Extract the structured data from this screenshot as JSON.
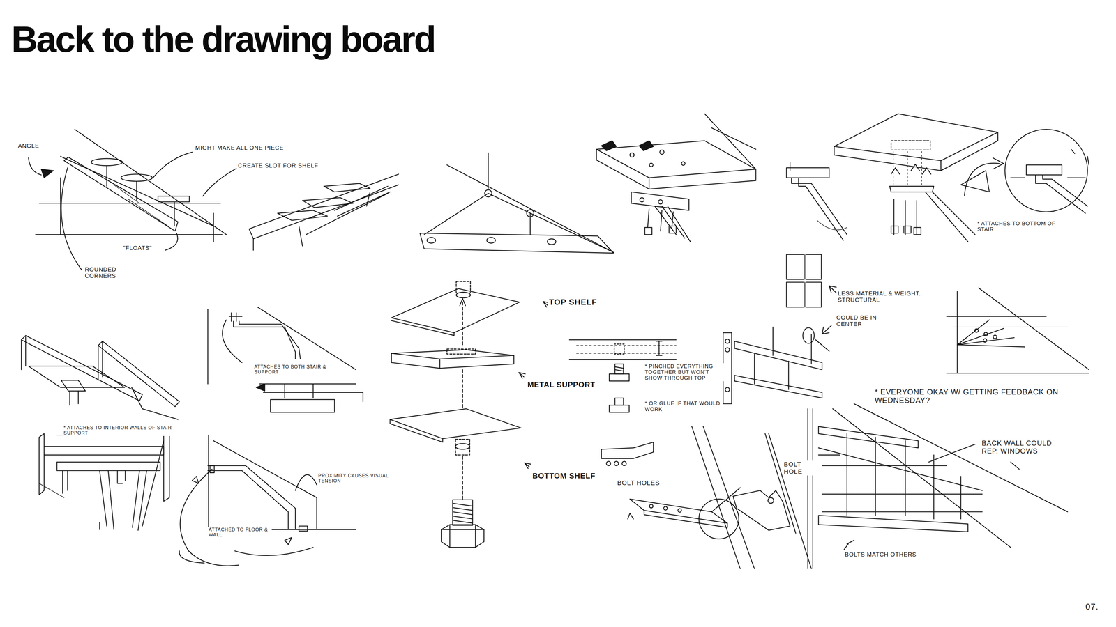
{
  "diagram": {
    "title": "Back to the drawing board",
    "labels": [
      "ANGLE",
      "MIGHT MAKE ALL ONE PIECE",
      "CREATE SLOT FOR SHELF",
      "\"FLOATS\"",
      "ROUNDED CORNERS",
      "* ATTACHES TO BOTTOM OF STAIR",
      "TOP SHELF",
      "METAL SUPPORT",
      "BOTTOM SHELF",
      "* PINCHED EVERYTHING TOGETHER BUT WON'T SHOW THROUGH TOP",
      "* OR GLUE IF THAT WOULD WORK",
      "LESS MATERIAL & WEIGHT. STRUCTURAL",
      "COULD BE IN CENTER",
      "* EVERYONE OKAY W/ GETTING FEEDBACK ON WEDNESDAY?",
      "ATTACHES TO BOTH STAIR & SUPPORT",
      "* ATTACHES TO INTERIOR WALLS OF STAIR SUPPORT",
      "PROXIMITY CAUSES VISUAL TENSION",
      "ATTACHED TO FLOOR & WALL",
      "BOLT HOLES",
      "BOLT HOLE",
      "BACK WALL COULD REP. WINDOWS",
      "BOLTS MATCH OTHERS",
      "07."
    ]
  }
}
